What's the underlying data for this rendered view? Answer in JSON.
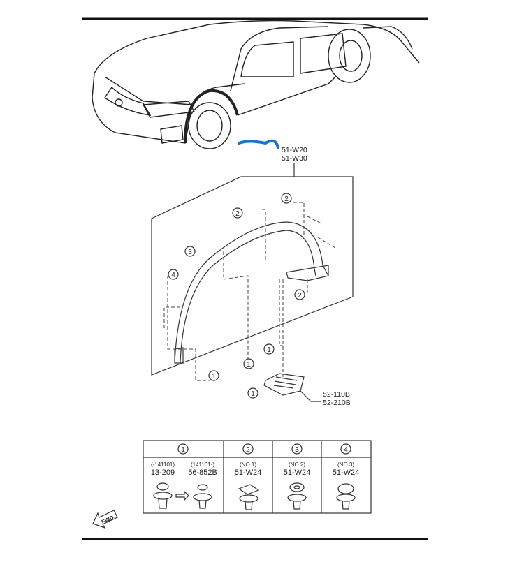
{
  "parts": {
    "fender_trim_codes": [
      "51-W20",
      "51-W30"
    ],
    "mud_flap_codes": [
      "52-110B",
      "52-210B"
    ]
  },
  "callouts": [
    "1",
    "2",
    "3",
    "4"
  ],
  "fasteners_table": {
    "columns": [
      {
        "number": "1",
        "entries": [
          {
            "note": "(-141101)",
            "code": "13-209"
          },
          {
            "note": "(141101-)",
            "code": "56-852B"
          }
        ]
      },
      {
        "number": "2",
        "entries": [
          {
            "note": "(NO.1)",
            "code": "51-W24"
          }
        ]
      },
      {
        "number": "3",
        "entries": [
          {
            "note": "(NO.2)",
            "code": "51-W24"
          }
        ]
      },
      {
        "number": "4",
        "entries": [
          {
            "note": "(NO.3)",
            "code": "51-W24"
          }
        ]
      }
    ]
  },
  "fwd_label": "FWD",
  "highlight_color": "#1a73c8"
}
